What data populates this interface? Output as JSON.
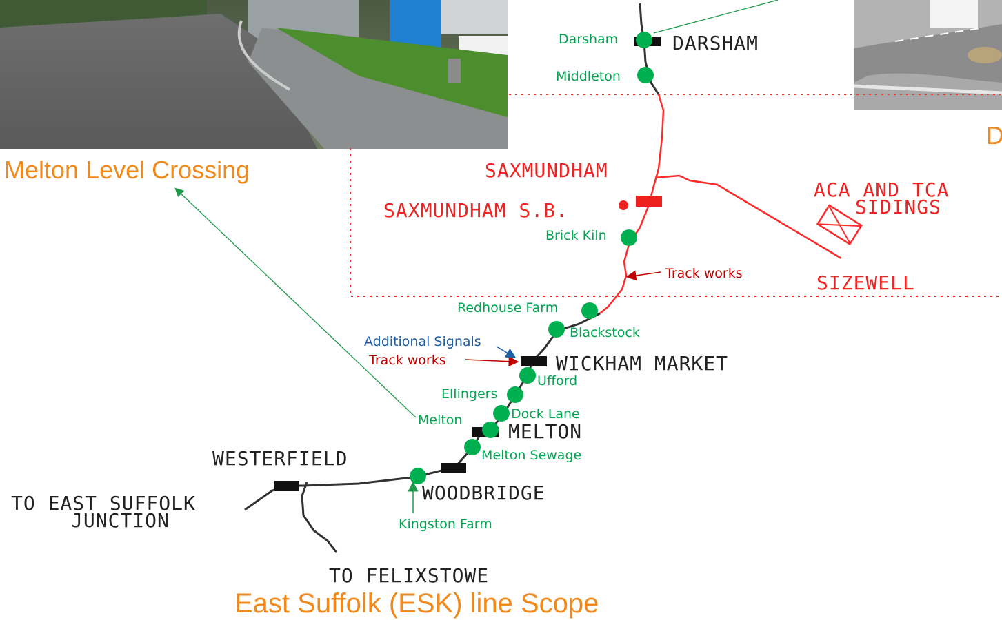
{
  "colors": {
    "accent_orange": "#f08a1c",
    "signal_green": "#00b050",
    "scope_red": "#ff2a2a",
    "track_black": "#333333",
    "works_red": "#c00000",
    "signals_blue": "#1f5fa8"
  },
  "captions": {
    "melton_crossing": "Melton Level Crossing",
    "scope": "East Suffolk (ESK) line Scope",
    "darsham_partial": "D"
  },
  "stations": {
    "darsham": "DARSHAM",
    "saxmundham": "SAXMUNDHAM",
    "saxmundham_sb": "SAXMUNDHAM S.B.",
    "wickham_market": "WICKHAM MARKET",
    "melton": "MELTON",
    "westerfield": "WESTERFIELD",
    "woodbridge": "WOODBRIDGE",
    "sizewell": "SIZEWELL",
    "aca_tca_line1": "ACA AND TCA",
    "aca_tca_line2": "SIDINGS",
    "east_suffolk_line1": "TO EAST SUFFOLK",
    "east_suffolk_line2": "JUNCTION",
    "felixstowe": "TO FELIXSTOWE"
  },
  "crossings": {
    "darsham": "Darsham",
    "middleton": "Middleton",
    "brick_kiln": "Brick Kiln",
    "redhouse_farm": "Redhouse Farm",
    "blackstock": "Blackstock",
    "ufford": "Ufford",
    "ellingers": "Ellingers",
    "dock_lane": "Dock Lane",
    "melton": "Melton",
    "melton_sewage": "Melton Sewage",
    "kingston_farm": "Kingston Farm"
  },
  "annotations": {
    "track_works_1": "Track works",
    "track_works_2": "Track works",
    "additional_signals": "Additional Signals"
  },
  "images": {
    "left_photo": "level-crossing-road-photo",
    "right_photo": "level-crossing-road-photo"
  }
}
